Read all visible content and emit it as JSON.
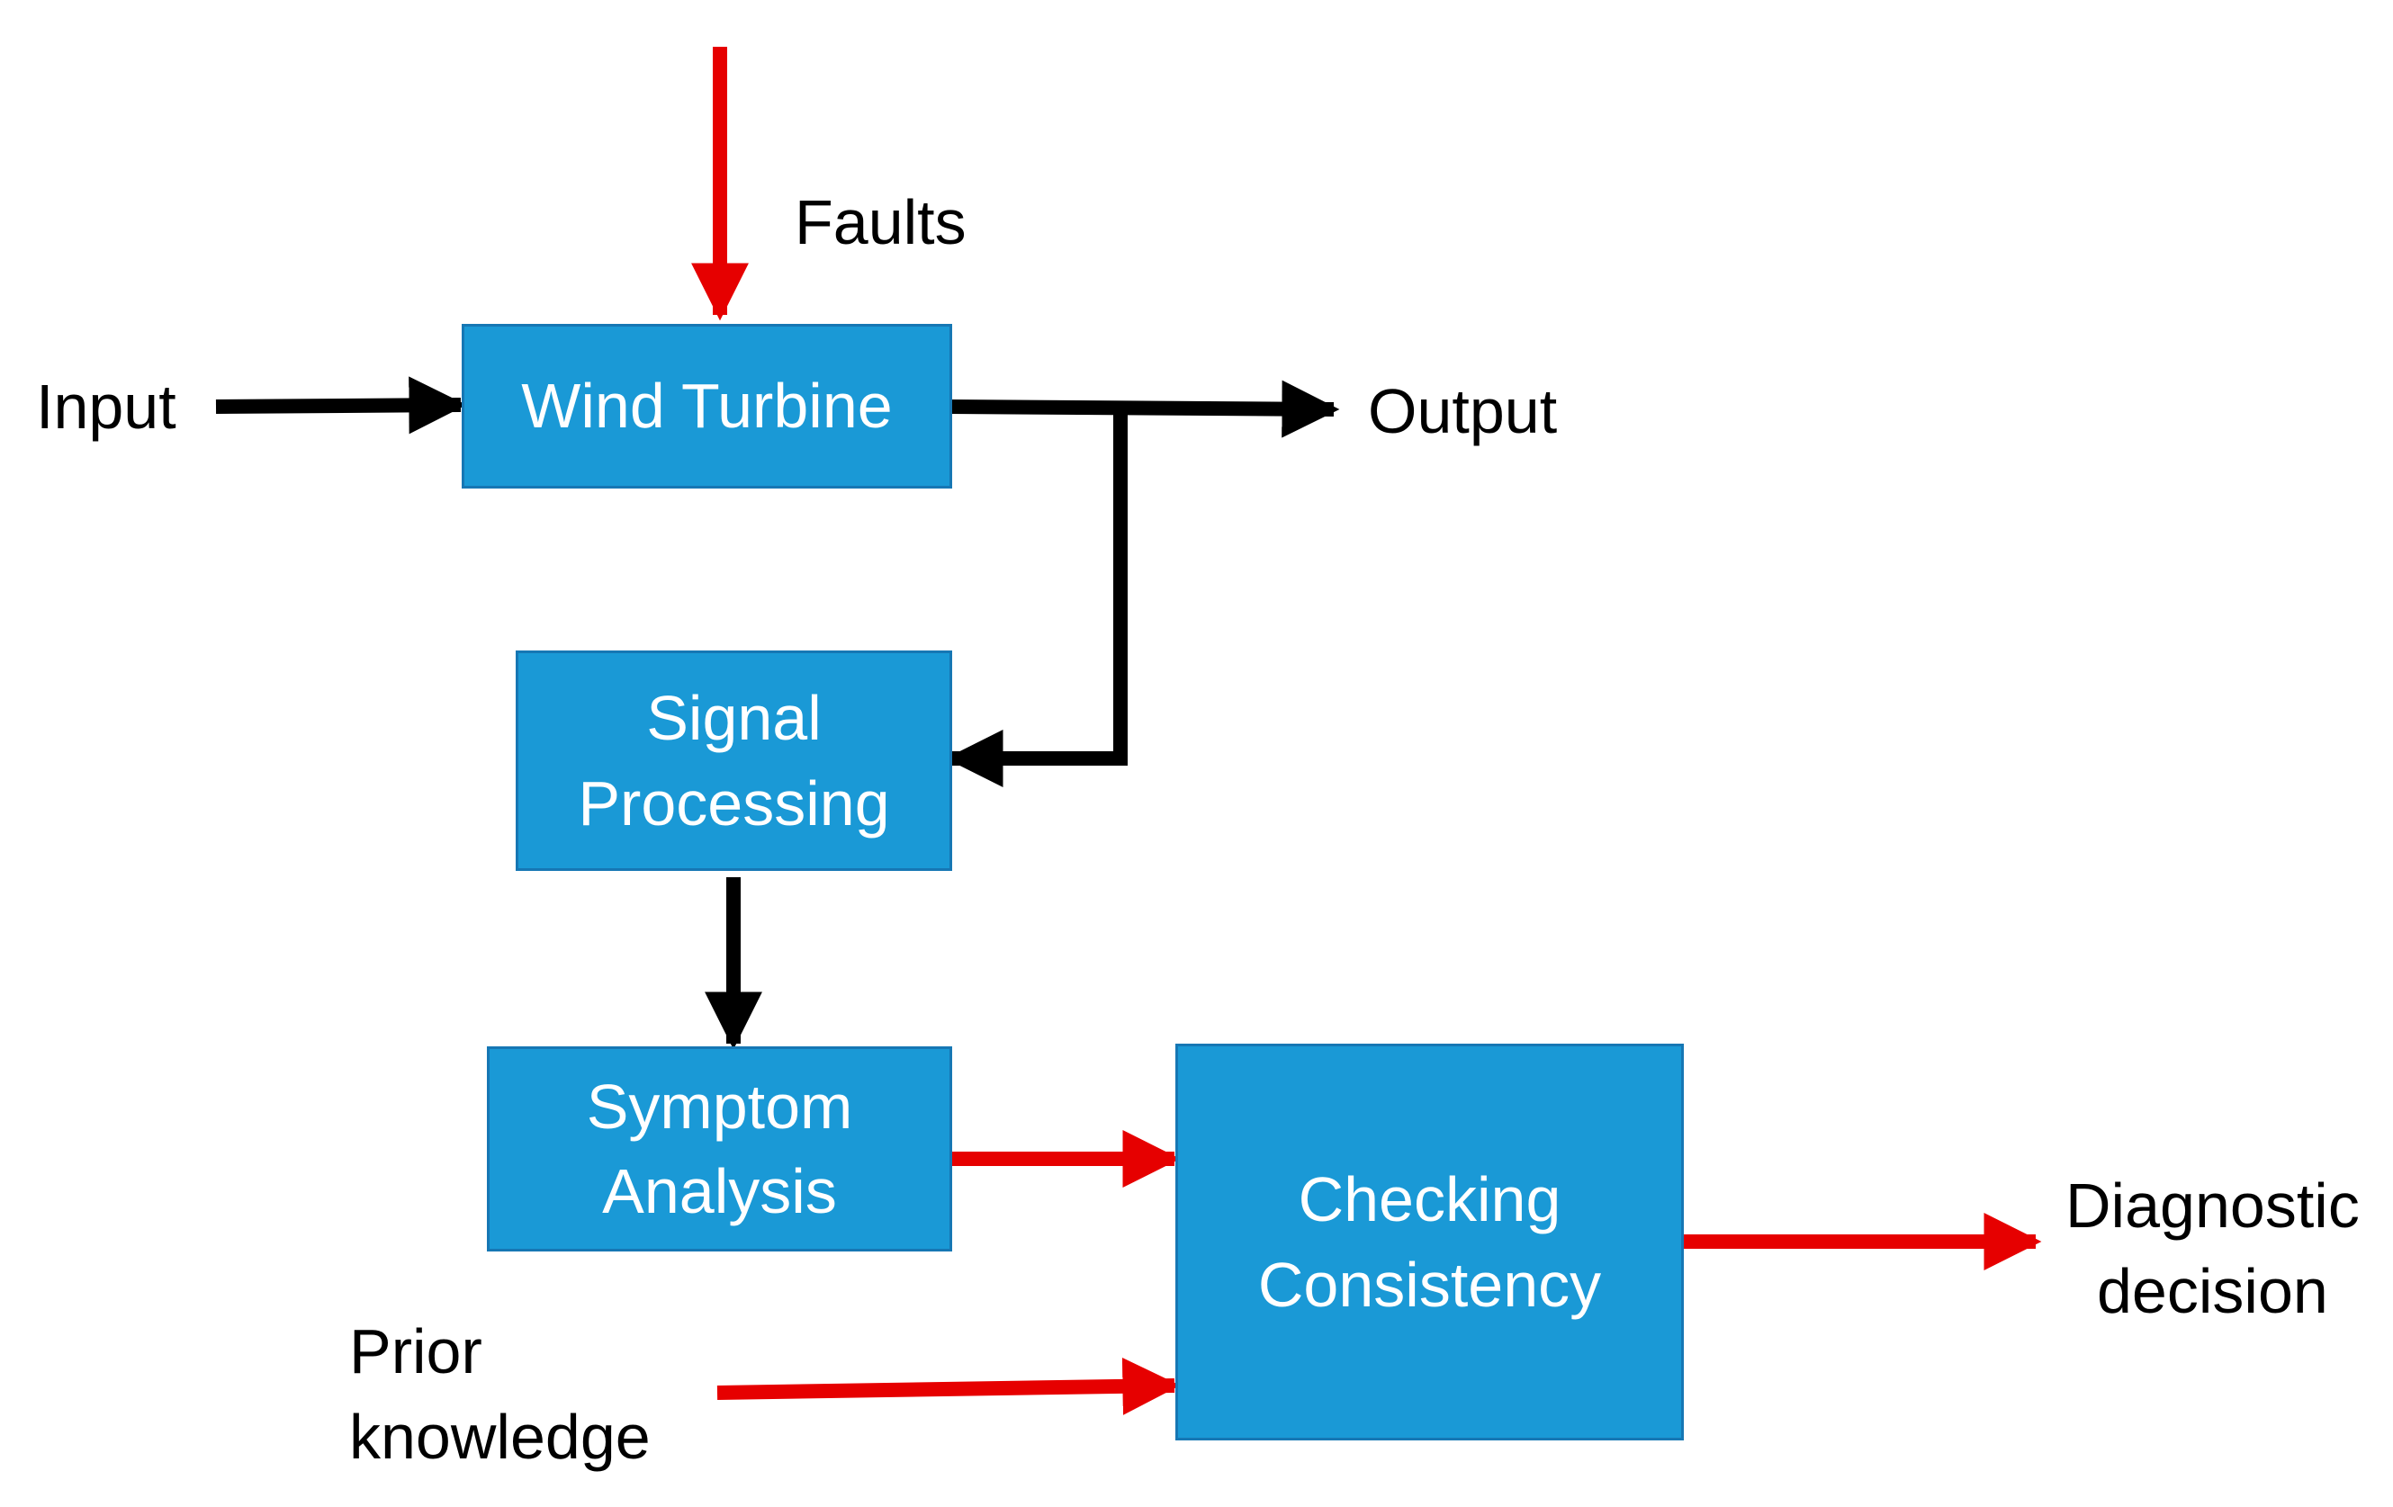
{
  "labels": {
    "faults": "Faults",
    "input": "Input",
    "output": "Output",
    "prior_line1": "Prior",
    "prior_line2": "knowledge",
    "diag_line1": "Diagnostic",
    "diag_line2": "decision"
  },
  "boxes": {
    "wind_turbine": "Wind Turbine",
    "signal_line1": "Signal",
    "signal_line2": "Processing",
    "symptom_line1": "Symptom",
    "symptom_line2": "Analysis",
    "checking_line1": "Checking",
    "checking_line2": "Consistency"
  },
  "colors": {
    "box_fill": "#1a99d6",
    "box_border": "#1677b4",
    "fault_arrow": "#e60000",
    "signal_arrow": "#000000"
  }
}
